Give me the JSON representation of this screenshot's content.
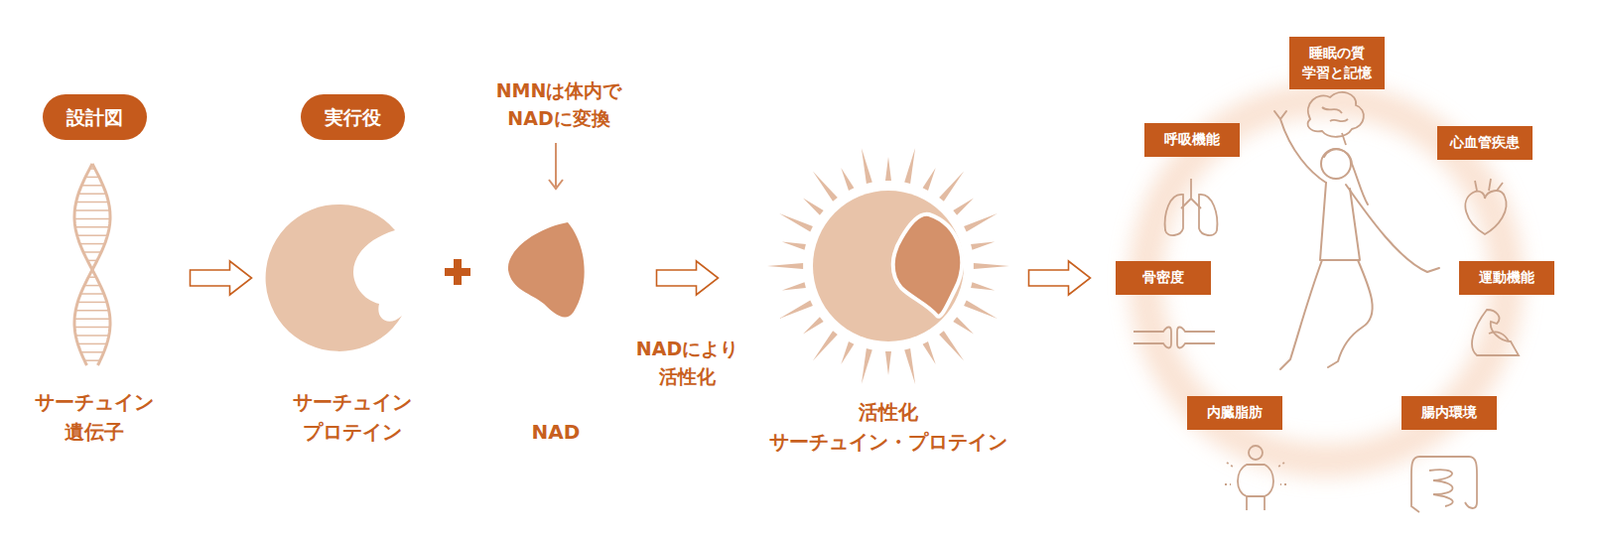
{
  "diagram": {
    "nodes": [
      {
        "text": [
          "設計図",
          "サーチュイン 遺伝子"
        ]
      },
      {
        "text": [
          "実行役",
          "サーチュイン プロテイン"
        ]
      },
      {
        "text": [
          "NAD"
        ]
      },
      {
        "text": [
          "活性化 サーチュイン・プロテイン"
        ]
      },
      {
        "text": []
      },
      {
        "text": [
          "睡眠の質 学習と記憶"
        ],
        "in": 4
      },
      {
        "text": [
          "呼吸機能"
        ],
        "in": 4
      },
      {
        "text": [
          "心血管疾患"
        ],
        "in": 4
      },
      {
        "text": [
          "骨密度"
        ],
        "in": 4
      },
      {
        "text": [
          "運動機能"
        ],
        "in": 4
      },
      {
        "text": [
          "内臓脂肪"
        ],
        "in": 4
      },
      {
        "text": [
          "腸内環境"
        ],
        "in": 4
      }
    ],
    "edges": [
      {
        "from": 0,
        "to": 1,
        "arrow": "to"
      },
      {
        "from": 2,
        "to": 3,
        "label": "NADにより 活性化",
        "arrow": "to"
      },
      {
        "from": 3,
        "to": 4,
        "arrow": "to"
      }
    ],
    "labels": [
      "NMNは体内で NADに変換"
    ]
  }
}
